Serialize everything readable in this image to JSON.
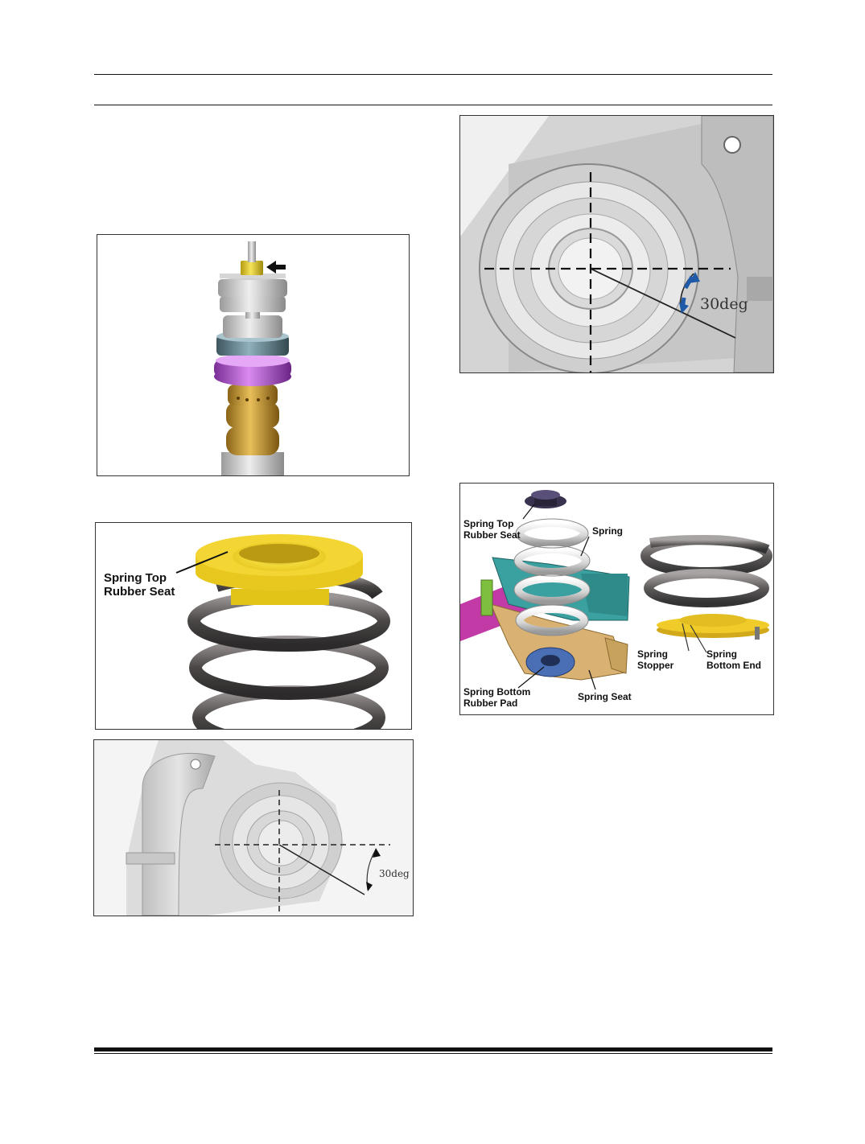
{
  "figures": {
    "top_rubber_seat": {
      "label": "Spring Top Rubber Seat",
      "label_line1": "Spring Top",
      "label_line2": "Rubber Seat"
    },
    "angle_small": {
      "angle_label": "30deg"
    },
    "angle_large": {
      "angle_label": "30deg"
    },
    "spring_assembly": {
      "top_seat_line1": "Spring Top",
      "top_seat_line2": "Rubber Seat",
      "spring": "Spring",
      "bottom_pad_line1": "Spring Bottom",
      "bottom_pad_line2": "Rubber Pad",
      "spring_seat": "Spring Seat",
      "stopper_line1": "Spring",
      "stopper_line2": "Stopper",
      "bottom_end_line1": "Spring",
      "bottom_end_line2": "Bottom End"
    }
  },
  "colors": {
    "yellow_part": "#e8c832",
    "purple_part": "#b25ad0",
    "bronze_part": "#c89a3a",
    "teal_part": "#3aa0a0",
    "magenta_tube": "#c23aa6",
    "steel": "#b8b8b8",
    "spring_dark": "#5e5a5a"
  }
}
